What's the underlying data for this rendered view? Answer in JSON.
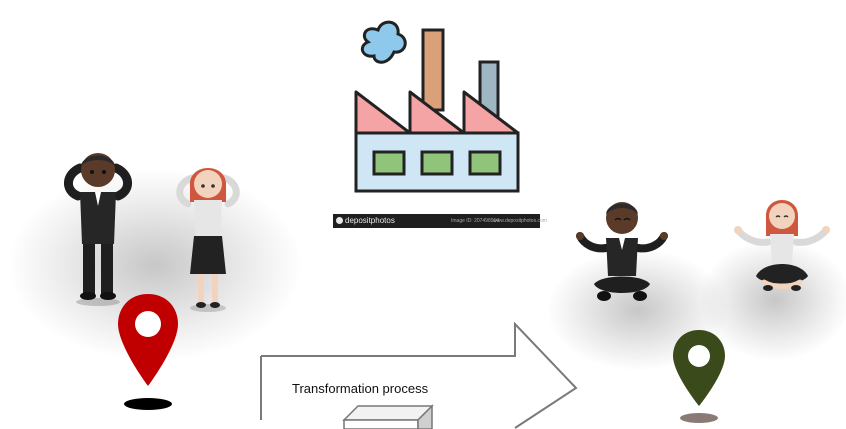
{
  "process_label": "Transformation process",
  "watermark": {
    "brand": "depositphotos",
    "left_caption": "Image ID: 207498914",
    "right_caption": "www.depositphotos.com"
  },
  "colors": {
    "pin_start": "#c00000",
    "pin_end": "#3a4a1a",
    "factory_roof": "#f4a4a4",
    "factory_body": "#cfe7f5",
    "factory_windows": "#8fc47a",
    "smoke": "#8ec8ea",
    "chimney_tall": "#d9a07a",
    "chimney_short": "#9fb6c3"
  },
  "icons": [
    "stressed-man-figure",
    "stressed-woman-figure",
    "factory-icon",
    "location-pin-icon",
    "meditating-man-figure",
    "meditating-woman-figure",
    "arrow",
    "box"
  ]
}
